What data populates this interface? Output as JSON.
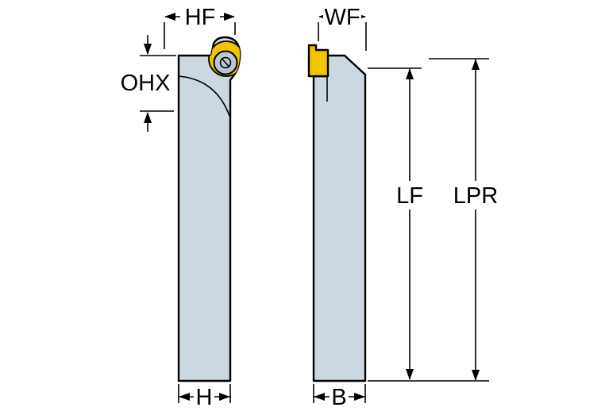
{
  "diagram": {
    "type": "technical-dimension-drawing",
    "subject": "turning-tool-holder-two-views",
    "background": "#ffffff",
    "colors": {
      "body_fill": "#cbd8e1",
      "insert_fill": "#f2c400",
      "screw_fill": "#b7c6d1",
      "line": "#000000"
    },
    "labels": {
      "hf": "HF",
      "ohx": "OHX",
      "h": "H",
      "wf": "WF",
      "lf": "LF",
      "lpr": "LPR",
      "b": "B"
    }
  }
}
